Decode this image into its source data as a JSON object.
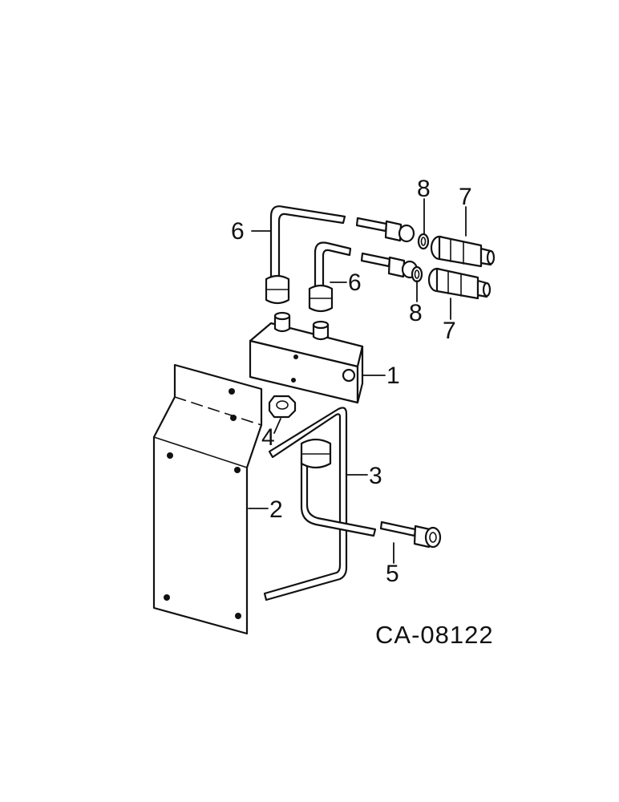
{
  "callouts": {
    "c1": "1",
    "c2": "2",
    "c3": "3",
    "c4": "4",
    "c5": "5",
    "c6a": "6",
    "c6b": "6",
    "c7a": "7",
    "c7b": "7",
    "c8a": "8",
    "c8b": "8"
  },
  "drawing_id": "CA-08122"
}
